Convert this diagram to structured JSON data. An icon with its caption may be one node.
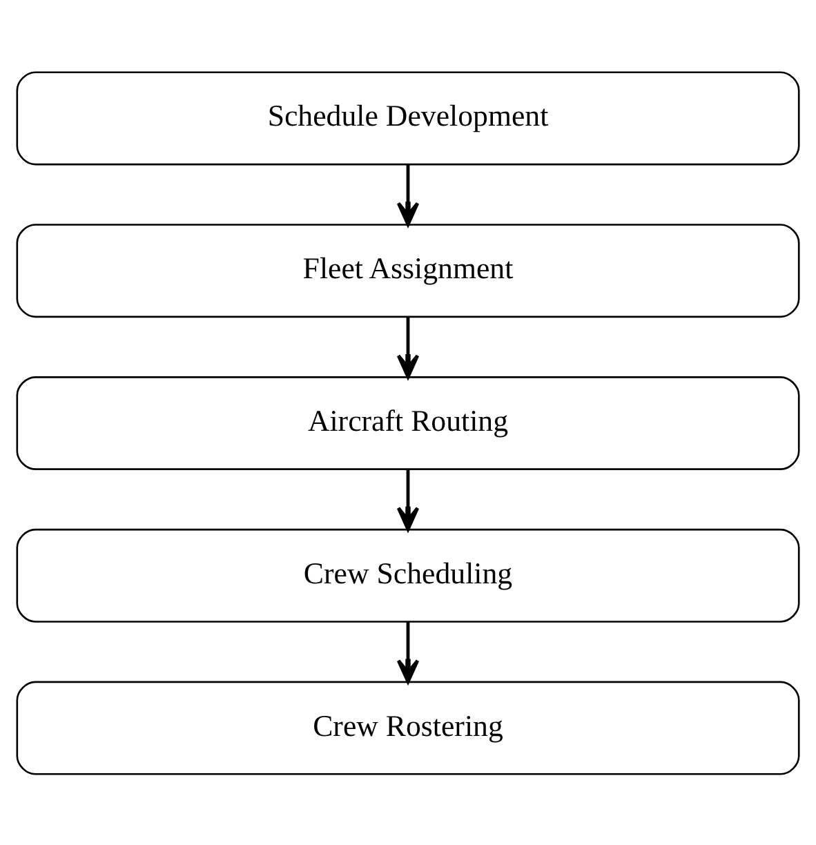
{
  "diagram": {
    "nodes": [
      {
        "text": [
          "Schedule Development"
        ]
      },
      {
        "text": [
          "Fleet Assignment"
        ]
      },
      {
        "text": [
          "Aircraft Routing"
        ]
      },
      {
        "text": [
          "Crew Scheduling"
        ]
      },
      {
        "text": [
          "Crew Rostering"
        ]
      }
    ],
    "edges": [
      {
        "from": 0,
        "to": 1,
        "arrow": "to"
      },
      {
        "from": 1,
        "to": 2,
        "arrow": "to"
      },
      {
        "from": 2,
        "to": 3,
        "arrow": "to"
      },
      {
        "from": 3,
        "to": 4,
        "arrow": "to"
      }
    ]
  }
}
